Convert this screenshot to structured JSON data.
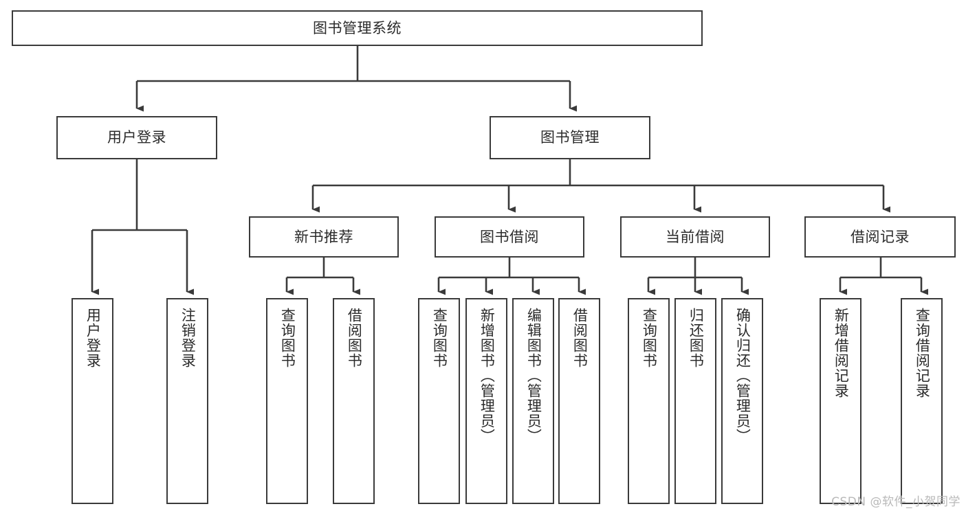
{
  "diagram": {
    "title": "图书管理系统",
    "type": "tree-hierarchy-chart",
    "watermark": "CSDN @软件_小贺同学",
    "line_color": "#3a3a3a",
    "box_fill": "#ffffff",
    "text_color": "#2b2b2b",
    "watermark_color": "#b9b9b9"
  },
  "nodes": {
    "root": {
      "label": "图书管理系统"
    },
    "level2": [
      {
        "label": "用户登录"
      },
      {
        "label": "图书管理"
      }
    ],
    "level3": [
      {
        "label": "新书推荐"
      },
      {
        "label": "图书借阅"
      },
      {
        "label": "当前借阅"
      },
      {
        "label": "借阅记录"
      }
    ],
    "leaves": {
      "user_login": [
        {
          "label": "用户登录"
        },
        {
          "label": "注销登录"
        }
      ],
      "new_book_recommend": [
        {
          "label": "查询图书"
        },
        {
          "label": "借阅图书"
        }
      ],
      "book_borrow": [
        {
          "label": "查询图书"
        },
        {
          "label": "新增图书（管理员）"
        },
        {
          "label": "编辑图书（管理员）"
        },
        {
          "label": "借阅图书"
        }
      ],
      "current_borrow": [
        {
          "label": "查询图书"
        },
        {
          "label": "归还图书"
        },
        {
          "label": "确认归还（管理员）"
        }
      ],
      "borrow_record": [
        {
          "label": "新增借阅记录"
        },
        {
          "label": "查询借阅记录"
        }
      ]
    }
  }
}
